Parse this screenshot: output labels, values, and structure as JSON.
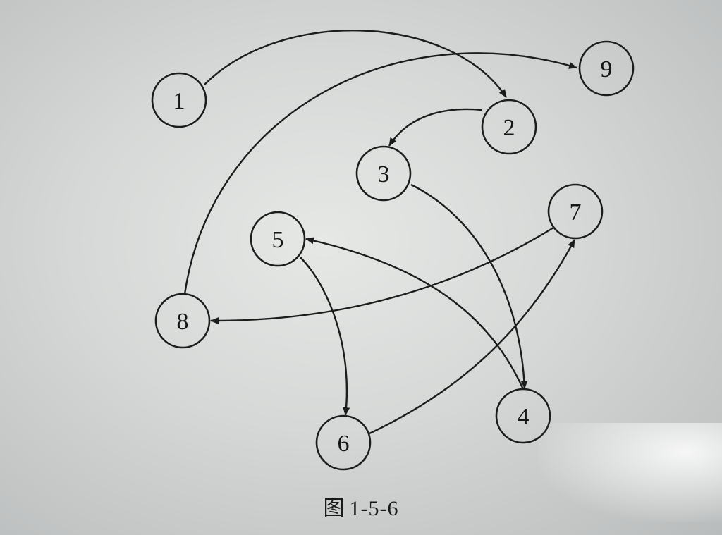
{
  "figure": {
    "caption_prefix": "图",
    "caption_number": "1-5-6"
  },
  "nodes": [
    {
      "id": "1",
      "label": "1"
    },
    {
      "id": "2",
      "label": "2"
    },
    {
      "id": "3",
      "label": "3"
    },
    {
      "id": "4",
      "label": "4"
    },
    {
      "id": "5",
      "label": "5"
    },
    {
      "id": "6",
      "label": "6"
    },
    {
      "id": "7",
      "label": "7"
    },
    {
      "id": "8",
      "label": "8"
    },
    {
      "id": "9",
      "label": "9"
    }
  ],
  "edges": [
    {
      "from": "1",
      "to": "2"
    },
    {
      "from": "2",
      "to": "3"
    },
    {
      "from": "3",
      "to": "4"
    },
    {
      "from": "4",
      "to": "5"
    },
    {
      "from": "5",
      "to": "6"
    },
    {
      "from": "6",
      "to": "7"
    },
    {
      "from": "7",
      "to": "8"
    },
    {
      "from": "8",
      "to": "9"
    }
  ]
}
